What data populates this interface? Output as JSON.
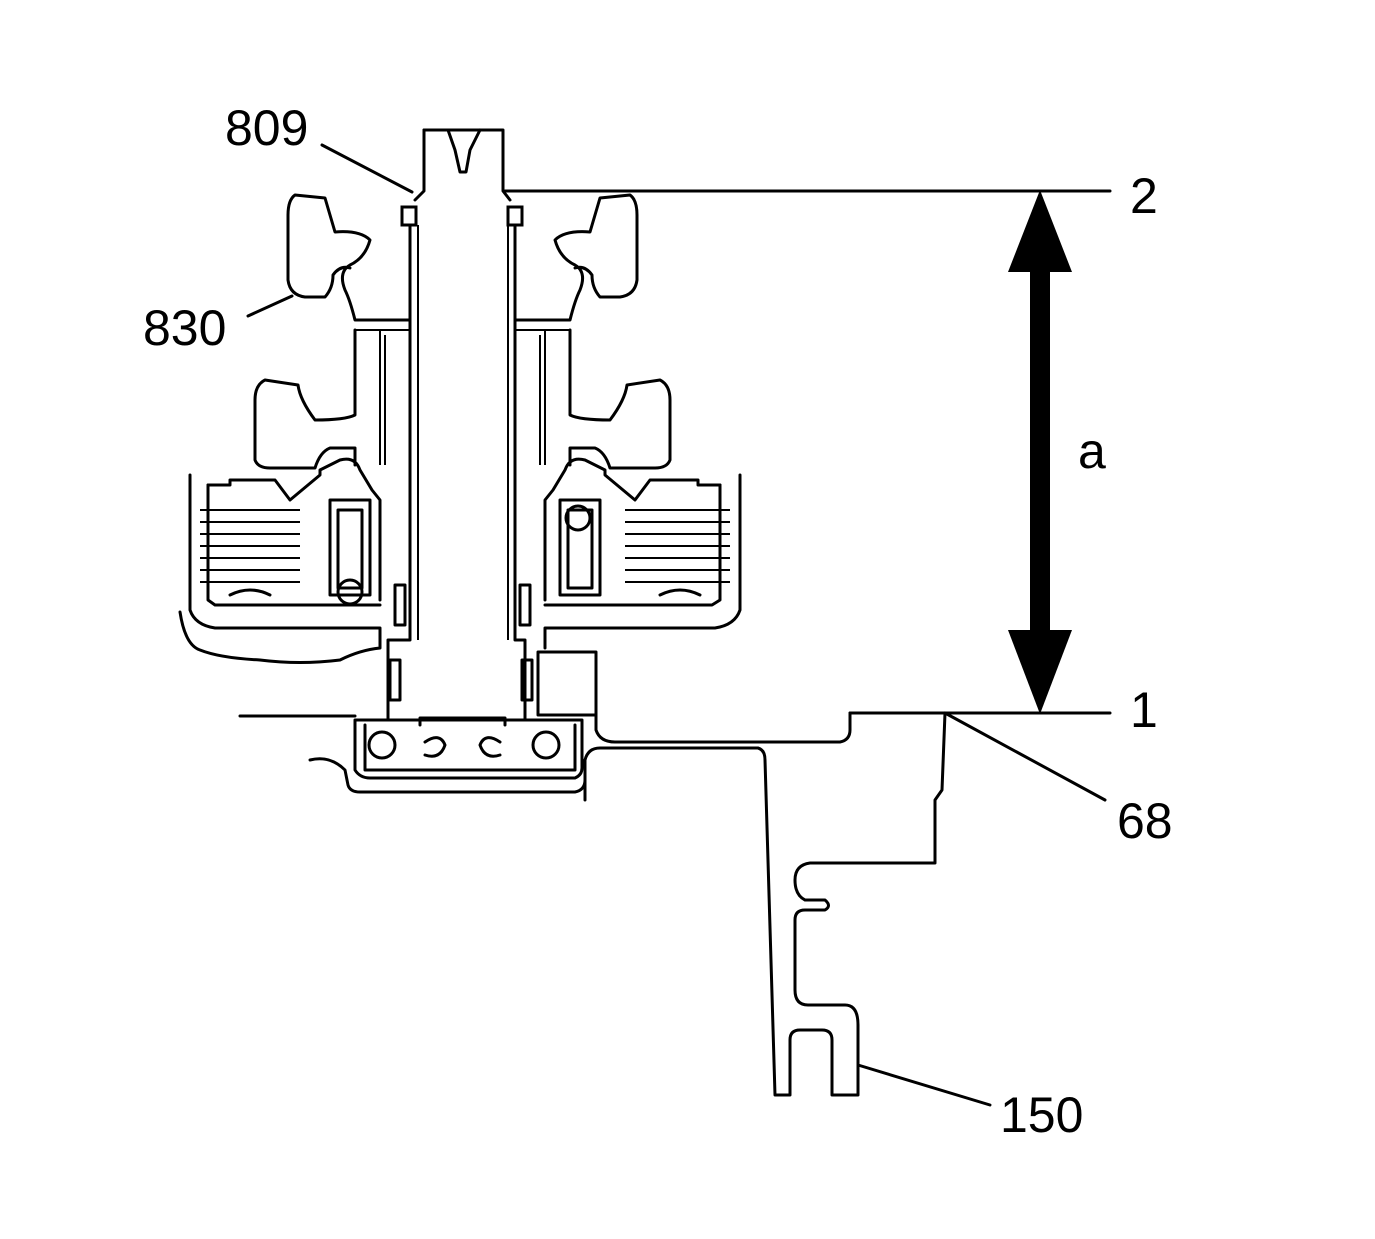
{
  "callouts": {
    "part_809": "809",
    "part_830": "830",
    "part_68": "68",
    "part_150": "150",
    "ref_2": "2",
    "ref_1": "1",
    "dimension_a": "a"
  }
}
